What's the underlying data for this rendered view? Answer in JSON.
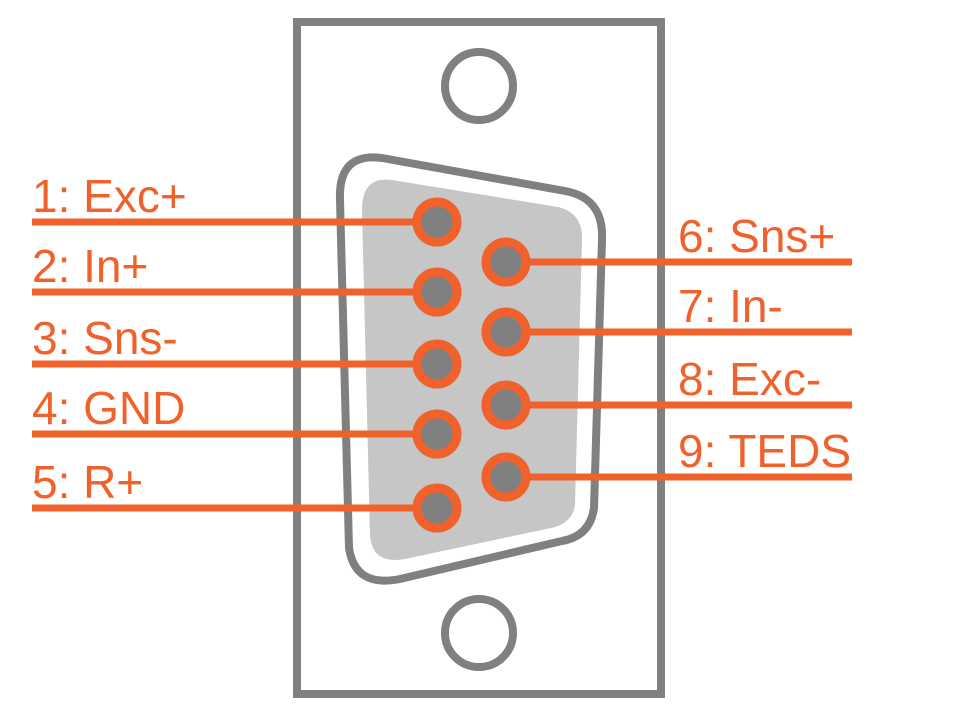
{
  "colors": {
    "accent": "#f0612b",
    "frame": "#808080",
    "shell_fill": "#c6c6c6",
    "pin_core": "#808080",
    "background": "#ffffff"
  },
  "connector": {
    "type": "DB9",
    "left_pins": [
      {
        "label": "1: Exc+"
      },
      {
        "label": "2: In+"
      },
      {
        "label": "3: Sns-"
      },
      {
        "label": "4: GND"
      },
      {
        "label": "5: R+"
      }
    ],
    "right_pins": [
      {
        "label": "6: Sns+"
      },
      {
        "label": "7: In-"
      },
      {
        "label": "8: Exc-"
      },
      {
        "label": "9: TEDS"
      }
    ]
  }
}
